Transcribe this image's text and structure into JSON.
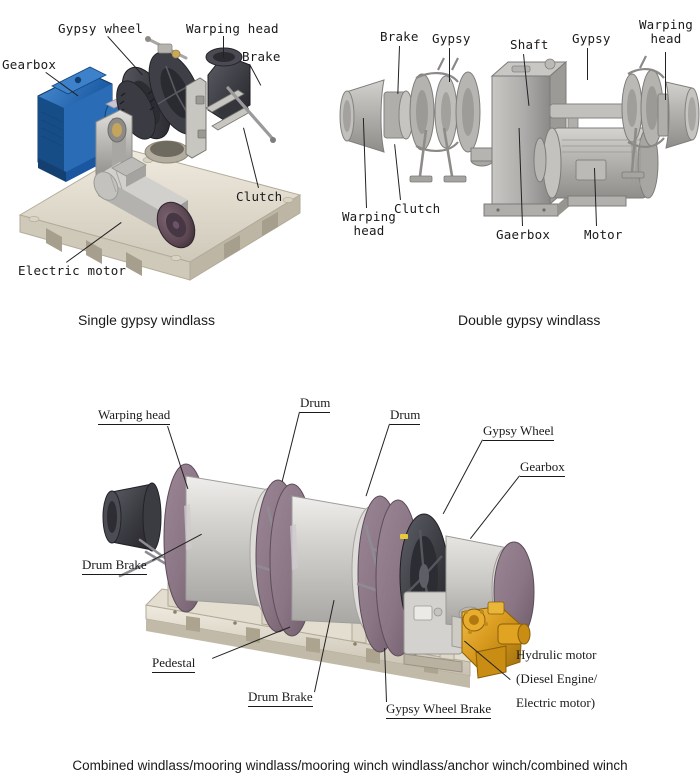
{
  "figures": [
    {
      "id": "single-gypsy-windlass",
      "caption": "Single gypsy windlass",
      "labels": [
        {
          "key": "gearbox",
          "text": "Gearbox"
        },
        {
          "key": "gypsy_wheel",
          "text": "Gypsy wheel"
        },
        {
          "key": "warping_head",
          "text": "Warping head"
        },
        {
          "key": "brake",
          "text": "Brake"
        },
        {
          "key": "clutch",
          "text": "Clutch"
        },
        {
          "key": "electric_motor",
          "text": "Electric motor"
        }
      ]
    },
    {
      "id": "double-gypsy-windlass",
      "caption": "Double gypsy windlass",
      "labels": [
        {
          "key": "brake",
          "text": "Brake"
        },
        {
          "key": "gypsy_left",
          "text": "Gypsy"
        },
        {
          "key": "shaft",
          "text": "Shaft"
        },
        {
          "key": "gypsy_right",
          "text": "Gypsy"
        },
        {
          "key": "warping_head_r",
          "text": "Warping\nhead"
        },
        {
          "key": "warping_head_l",
          "text": "Warping\nhead"
        },
        {
          "key": "clutch",
          "text": "Clutch"
        },
        {
          "key": "gearbox",
          "text": "Gaerbox"
        },
        {
          "key": "motor",
          "text": "Motor"
        }
      ]
    },
    {
      "id": "combined-windlass",
      "caption": "Combined windlass/mooring windlass/mooring winch windlass/anchor winch/combined winch",
      "labels": [
        {
          "key": "warping_head",
          "text": "Warping head"
        },
        {
          "key": "drum_1",
          "text": "Drum"
        },
        {
          "key": "drum_2",
          "text": "Drum"
        },
        {
          "key": "gypsy_wheel",
          "text": "Gypsy Wheel"
        },
        {
          "key": "gearbox",
          "text": "Gearbox"
        },
        {
          "key": "drum_brake_upper",
          "text": "Drum Brake"
        },
        {
          "key": "pedestal",
          "text": "Pedestal"
        },
        {
          "key": "drum_brake_lower",
          "text": "Drum Brake"
        },
        {
          "key": "gypsy_wheel_brake",
          "text": "Gypsy Wheel Brake"
        },
        {
          "key": "hydraulic_motor_1",
          "text": "Hydrulic motor"
        },
        {
          "key": "hydraulic_motor_2",
          "text": "(Diesel Engine/"
        },
        {
          "key": "hydraulic_motor_3",
          "text": "Electric motor)"
        }
      ]
    }
  ],
  "colors": {
    "gearbox_blue": "#1f5fa8",
    "gearbox_blue_dark": "#15437a",
    "gearbox_blue_light": "#3b7ec9",
    "body_grey": "#b9b7b4",
    "body_grey_light": "#d6d4d0",
    "body_grey_dark": "#8e8c89",
    "base_cream": "#e8e3d8",
    "base_cream_dark": "#c9c2b2",
    "dark_charcoal": "#3a3a3f",
    "dark_charcoal_light": "#55555c",
    "motor_plum": "#5a4550",
    "drum_mauve": "#8a7584",
    "drum_mauve_dark": "#6f5c6b",
    "drum_silver": "#cfcdc9",
    "hydraulic_orange": "#d89a1e",
    "hydraulic_orange_dark": "#a8730f",
    "label_text": "#1a1a1a",
    "line": "#222222"
  }
}
